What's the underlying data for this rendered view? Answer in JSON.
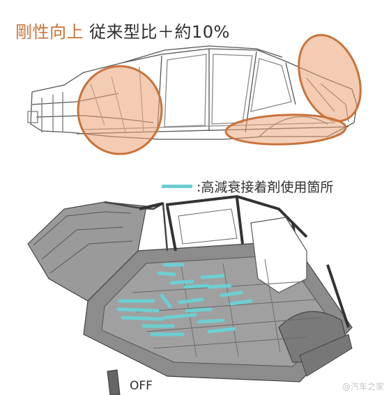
{
  "title": {
    "highlight": "剛性向上",
    "rest": "従来型比＋約10%"
  },
  "legend": {
    "label": ":高減衰接着剤使用箇所",
    "color": "#6ccfd2"
  },
  "off_label": "OFF",
  "watermark": "@汽车之家",
  "colors": {
    "accent": "#c8733a",
    "highlight_fill": "#e9a274",
    "adhesive": "#6ccfd2"
  }
}
